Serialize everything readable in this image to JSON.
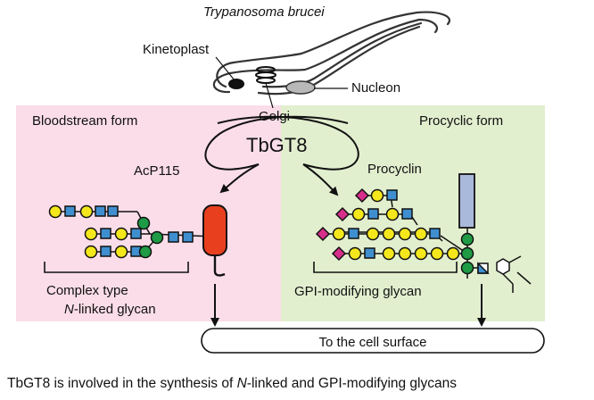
{
  "organism": "Trypanosoma brucei",
  "labels": {
    "kinetoplast": "Kinetoplast",
    "nucleon": "Nucleon",
    "golgi": "Golgi",
    "enzyme": "TbGT8",
    "left_panel": "Bloodstream form",
    "right_panel": "Procyclic form",
    "left_protein": "AcP115",
    "right_protein": "Procyclin",
    "complex_line1": "Complex type",
    "complex_line2_italic": "N",
    "complex_line2_rest": "-linked glycan",
    "gpi_glycan": "GPI-modifying glycan",
    "cell_surface": "To the cell surface"
  },
  "caption": {
    "part1": "TbGT8 is involved in the synthesis of ",
    "italic": "N",
    "part2": "-linked and GPI-modifying glycans"
  },
  "colors": {
    "left_panel_bg": "#fadde8",
    "right_panel_bg": "#e2efcf",
    "mannose_green": "#1f9a45",
    "galactose_yellow": "#f4e81c",
    "glcnac_blue": "#3f8fd0",
    "sialic_magenta": "#d62e8a",
    "protein_red": "#e8401e",
    "procyclin_blue": "#a9b9dc"
  }
}
